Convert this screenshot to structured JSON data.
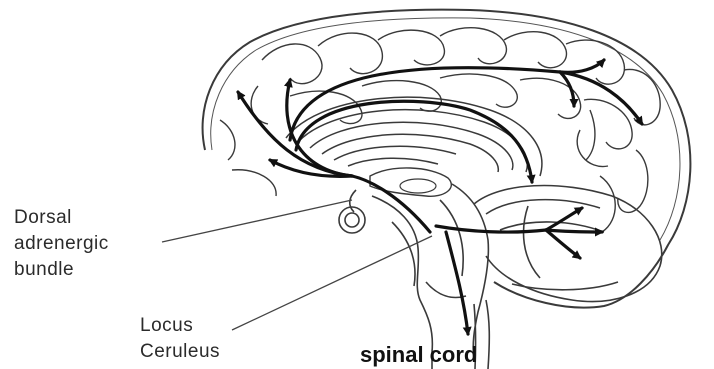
{
  "labels": {
    "dorsal_1": "Dorsal",
    "dorsal_2": "adrenergic",
    "dorsal_3": "bundle",
    "locus_1": "Locus",
    "locus_2": "Ceruleus",
    "spinal": "spinal cord"
  },
  "colors": {
    "outline": "#3a3a3a",
    "pathway": "#111111",
    "text": "#2b2b2b"
  }
}
